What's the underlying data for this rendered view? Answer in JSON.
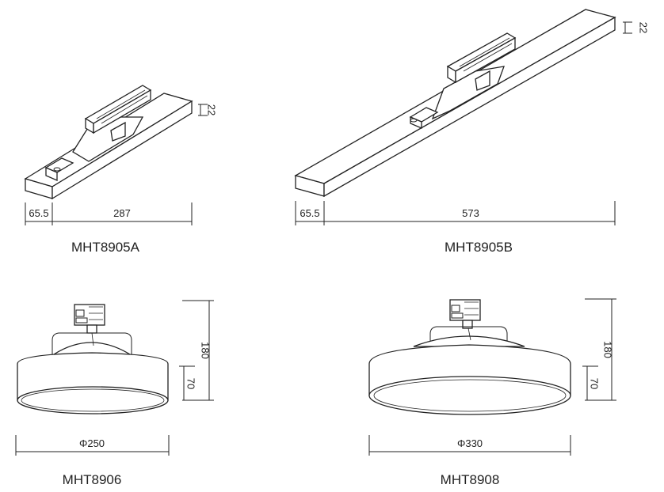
{
  "products": {
    "a": {
      "model": "MHT8905A",
      "dim_offset": "65.5",
      "dim_length": "287",
      "dim_height": "22"
    },
    "b": {
      "model": "MHT8905B",
      "dim_offset": "65.5",
      "dim_length": "573",
      "dim_height": "22"
    },
    "c": {
      "model": "MHT8906",
      "dim_diameter": "Φ250",
      "dim_total_height": "180",
      "dim_body_height": "70"
    },
    "d": {
      "model": "MHT8908",
      "dim_diameter": "Φ330",
      "dim_total_height": "180",
      "dim_body_height": "70"
    }
  }
}
